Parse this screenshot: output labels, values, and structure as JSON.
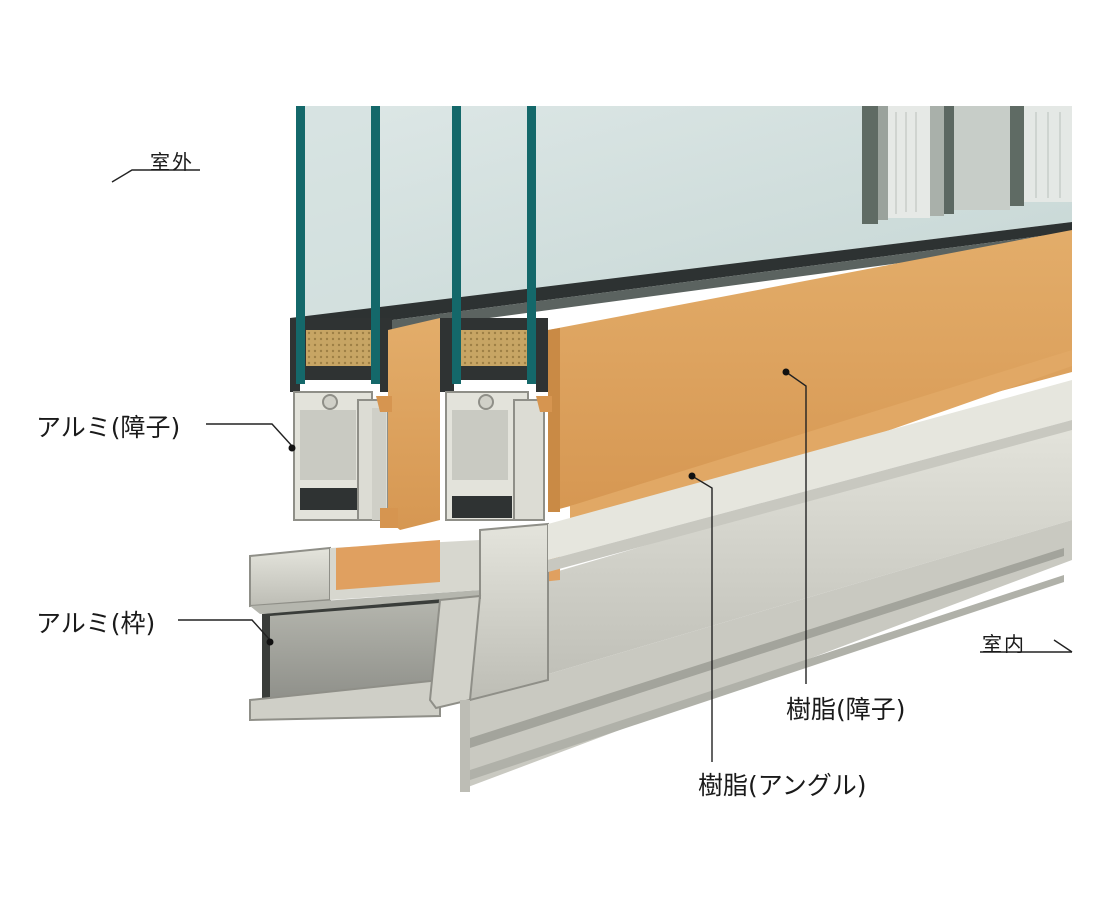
{
  "labels": {
    "outside": "室外",
    "inside": "室内",
    "alu_sash": "アルミ(障子)",
    "alu_frame": "アルミ(枠)",
    "resin_sash": "樹脂(障子)",
    "resin_angle": "樹脂(アングル)"
  },
  "colors": {
    "background": "#ffffff",
    "glass_edge": "#14686a",
    "glass": "#cfdedd",
    "aluminum": "#d8d8d0",
    "aluminum_shadow": "#a9aaa2",
    "resin_wood": "#dba15d",
    "spacer": "#c8a867",
    "seal_dark": "#2f3333",
    "leader_line": "#222222"
  }
}
